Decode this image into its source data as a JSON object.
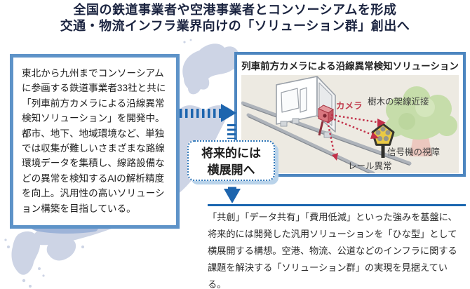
{
  "title": {
    "line1": "全国の鉄道事業者や空港事業者とコンソーシアムを形成",
    "line2": "交通・物流インフラ業界向けの「ソリューション群」創出へ"
  },
  "intro_panel": {
    "text": "東北から九州までコンソーシアムに参画する鉄道事業者33社と共に「列車前方カメラによる沿線異常検知ソリューション」を開発中。都市、地下、地域環境など、単独では収集が難しいさまざまな路線環境データを集積し、線路設備などの異常を検知するAIの解析精度を向上。汎用性の高いソリューション構築を目指している。"
  },
  "solution_panel": {
    "title": "列車前方カメラによる沿線異常検知ソリューション",
    "labels": {
      "camera": "カメラ",
      "tree": "樹木の架線近接",
      "signal": "信号機の視障",
      "rail": "レール異常"
    }
  },
  "future_box": {
    "line1": "将来的には",
    "line2": "横展開へ"
  },
  "bottom_note": {
    "text": "「共創」「データ共有」「費用低減」といった強みを基盤に、将来的には開発した汎用ソリューションを「ひな型」として横展開する構想。空港、物流、公道などのインフラに関する課題を解決する「ソリューション群」の実現を見据えている。"
  },
  "colors": {
    "title_navy": "#1b2440",
    "accent_blue": "#1d65ae",
    "intro_border_blue": "#5e93c8",
    "solution_border_blue": "#4d86c0",
    "map_light_blue": "#cdd4e5",
    "alert_red": "#c23049",
    "signal_yellow": "#eac944",
    "tree_green": "#c6ddaa",
    "illustration_bg": "#edeae2",
    "future_shadow_blue": "#b9d3ea"
  }
}
